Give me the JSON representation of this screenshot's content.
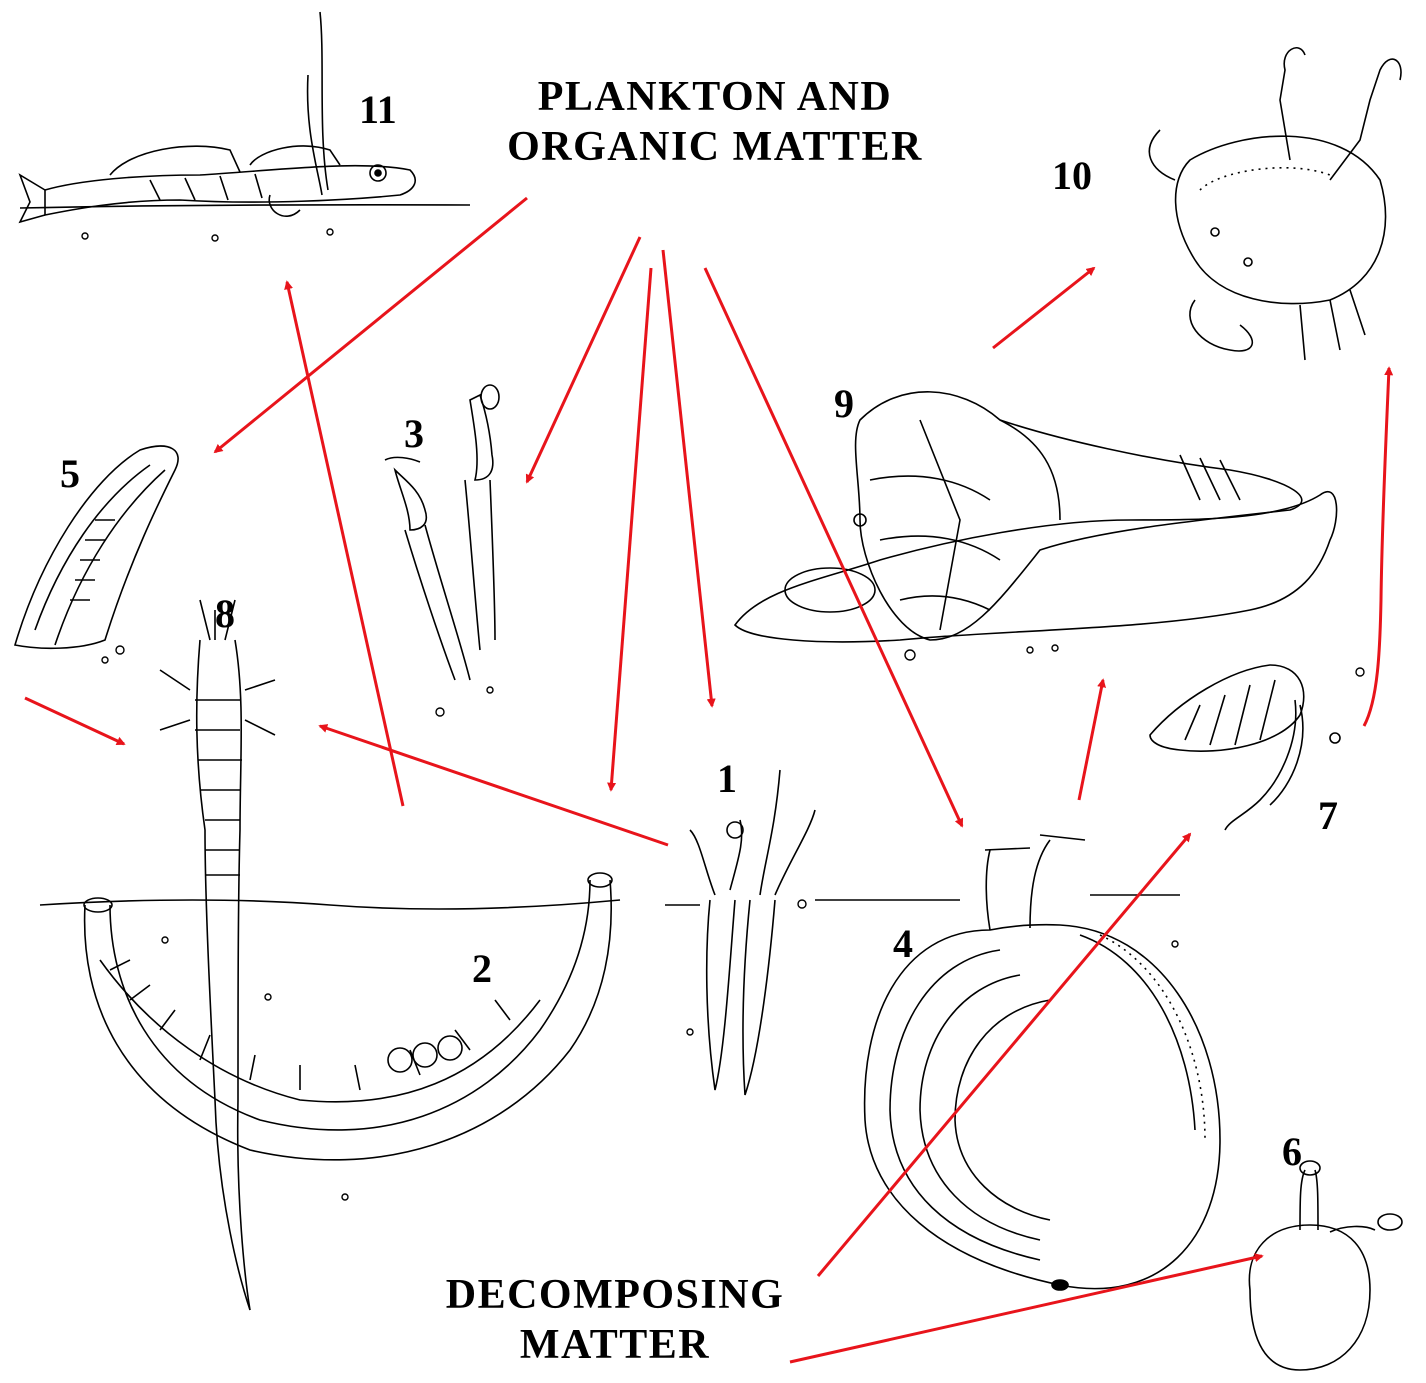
{
  "headings": {
    "top_line1": "PLANKTON AND",
    "top_line2": "ORGANIC MATTER",
    "bottom_line1": "DECOMPOSING",
    "bottom_line2": "MATTER"
  },
  "organisms": [
    {
      "id": "1",
      "label": "1",
      "name": "worm-pair"
    },
    {
      "id": "2",
      "label": "2",
      "name": "u-tube-worm"
    },
    {
      "id": "3",
      "label": "3",
      "name": "tube-polyps"
    },
    {
      "id": "4",
      "label": "4",
      "name": "clam"
    },
    {
      "id": "5",
      "label": "5",
      "name": "mussel"
    },
    {
      "id": "6",
      "label": "6",
      "name": "siphon-bivalve"
    },
    {
      "id": "7",
      "label": "7",
      "name": "mud-snail"
    },
    {
      "id": "8",
      "label": "8",
      "name": "burrowing-worm"
    },
    {
      "id": "9",
      "label": "9",
      "name": "whelk"
    },
    {
      "id": "10",
      "label": "10",
      "name": "crab"
    },
    {
      "id": "11",
      "label": "11",
      "name": "goby-fish"
    }
  ],
  "arrows": [
    {
      "from": "plankton",
      "to": "5"
    },
    {
      "from": "plankton",
      "to": "3"
    },
    {
      "from": "plankton",
      "to": "2"
    },
    {
      "from": "plankton",
      "to": "1"
    },
    {
      "from": "plankton",
      "to": "4"
    },
    {
      "from": "5",
      "to": "8"
    },
    {
      "from": "1",
      "to": "8"
    },
    {
      "from": "8",
      "to": "11"
    },
    {
      "from": "4",
      "to": "9"
    },
    {
      "from": "9",
      "to": "10"
    },
    {
      "from": "7",
      "to": "10"
    },
    {
      "from": "decomposing",
      "to": "7"
    },
    {
      "from": "decomposing",
      "to": "6"
    }
  ],
  "colors": {
    "arrow": "#e8141b",
    "ink": "#000000",
    "paper": "#ffffff"
  }
}
